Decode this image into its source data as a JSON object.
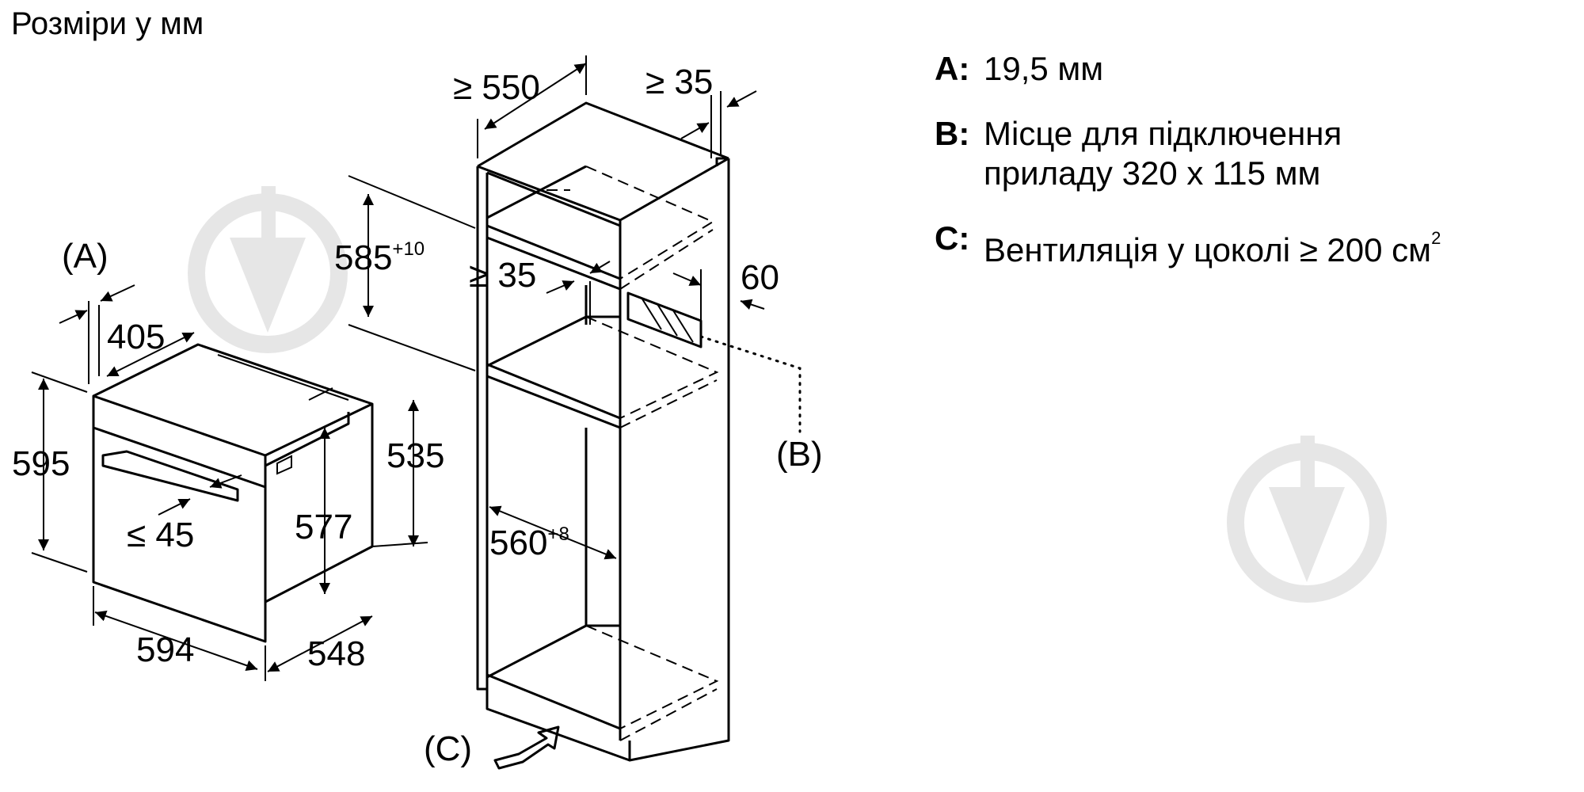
{
  "page": {
    "title": "Розміри у мм"
  },
  "oven": {
    "label_a": "(A)",
    "dim_depth_front": "405",
    "dim_height": "595",
    "dim_height_inner": "577",
    "dim_height_side": "535",
    "dim_width": "594",
    "dim_depth": "548",
    "dim_handle": "≤ 45"
  },
  "cabinet": {
    "dim_depth_top": "≥ 550",
    "dim_back_gap": "≥ 35",
    "dim_niche_height": "585",
    "dim_niche_height_sup": "+10",
    "dim_side_gap": "≥ 35",
    "dim_socket": "60",
    "dim_niche_width": "560",
    "dim_niche_width_sup": "+8",
    "label_b": "(B)",
    "label_c": "(C)"
  },
  "legend": {
    "items": [
      {
        "key": "A:",
        "text": "19,5 мм"
      },
      {
        "key": "B:",
        "text": "Місце для підключення\nприладу 320 x 115 мм"
      },
      {
        "key": "C:",
        "text": "Вентиляція у цоколі ≥ 200 см",
        "sup": "2"
      }
    ]
  },
  "colors": {
    "line": "#000000",
    "watermark": "#e6e6e6",
    "background": "#ffffff"
  }
}
